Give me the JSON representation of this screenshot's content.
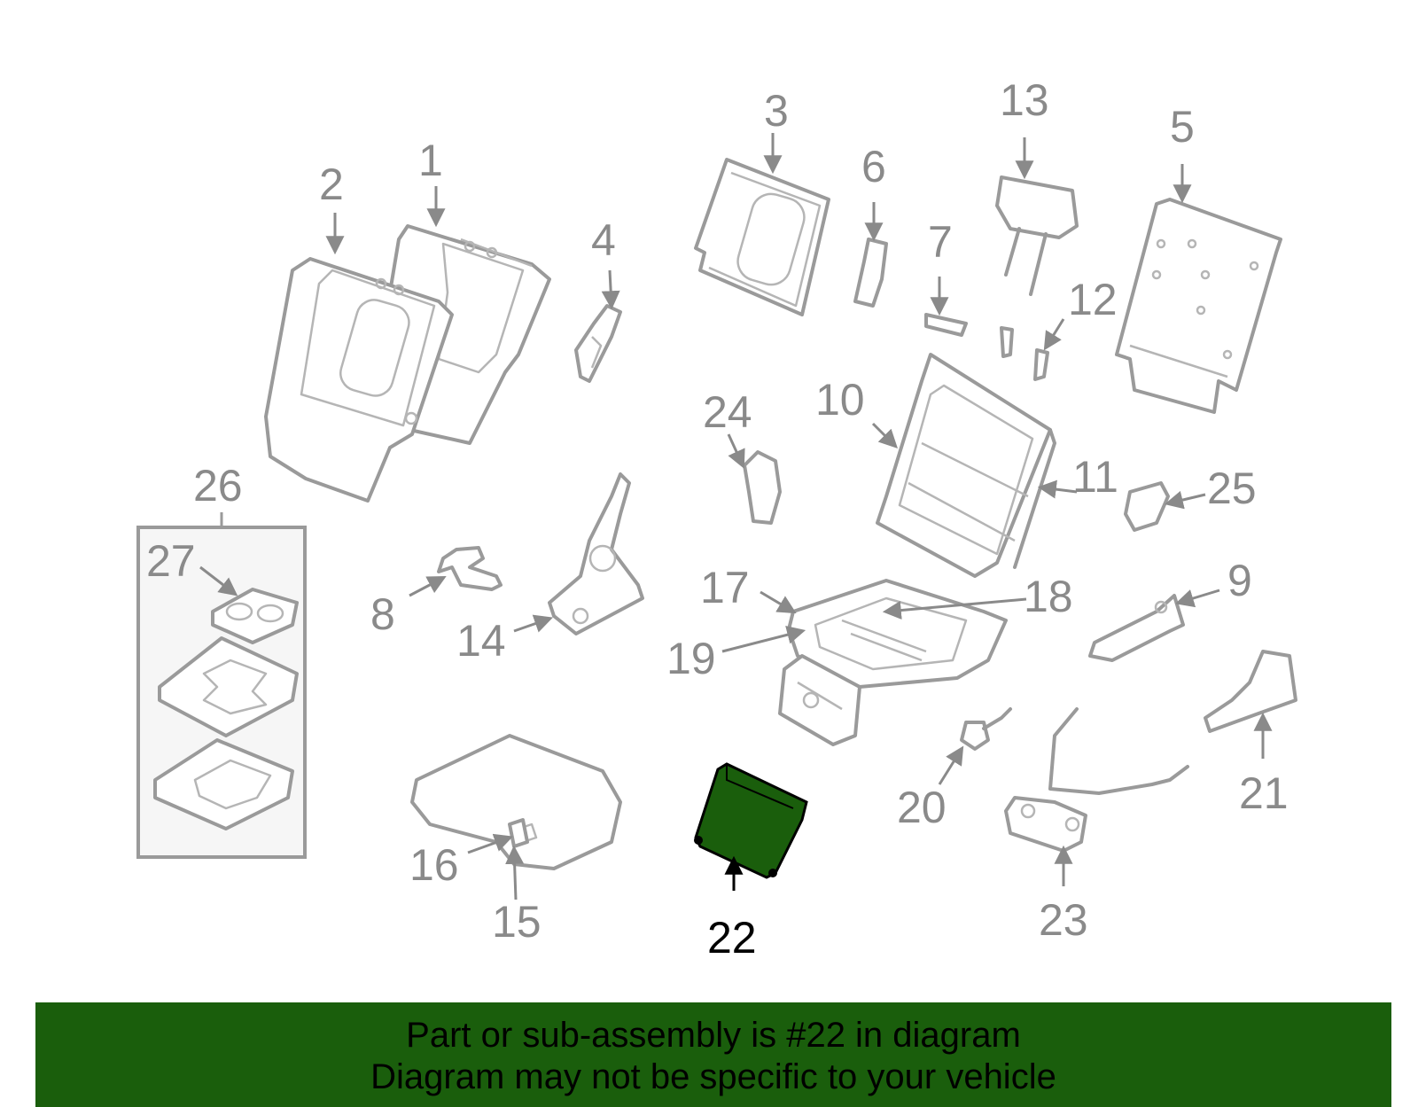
{
  "diagram": {
    "callouts": [
      {
        "label": "1"
      },
      {
        "label": "2"
      },
      {
        "label": "3"
      },
      {
        "label": "4"
      },
      {
        "label": "5"
      },
      {
        "label": "6"
      },
      {
        "label": "7"
      },
      {
        "label": "8"
      },
      {
        "label": "9"
      },
      {
        "label": "10"
      },
      {
        "label": "11"
      },
      {
        "label": "12"
      },
      {
        "label": "13"
      },
      {
        "label": "14"
      },
      {
        "label": "15"
      },
      {
        "label": "16"
      },
      {
        "label": "17"
      },
      {
        "label": "18"
      },
      {
        "label": "19"
      },
      {
        "label": "20"
      },
      {
        "label": "21"
      },
      {
        "label": "22"
      },
      {
        "label": "23"
      },
      {
        "label": "24"
      },
      {
        "label": "25"
      },
      {
        "label": "26"
      },
      {
        "label": "27"
      }
    ],
    "highlighted_part": "22",
    "highlight_color": "#1a5e0c"
  },
  "banner": {
    "line1": "Part or sub-assembly is #22 in diagram",
    "line2": "Diagram may not be specific to your vehicle",
    "background_color": "#1a5e0c"
  }
}
